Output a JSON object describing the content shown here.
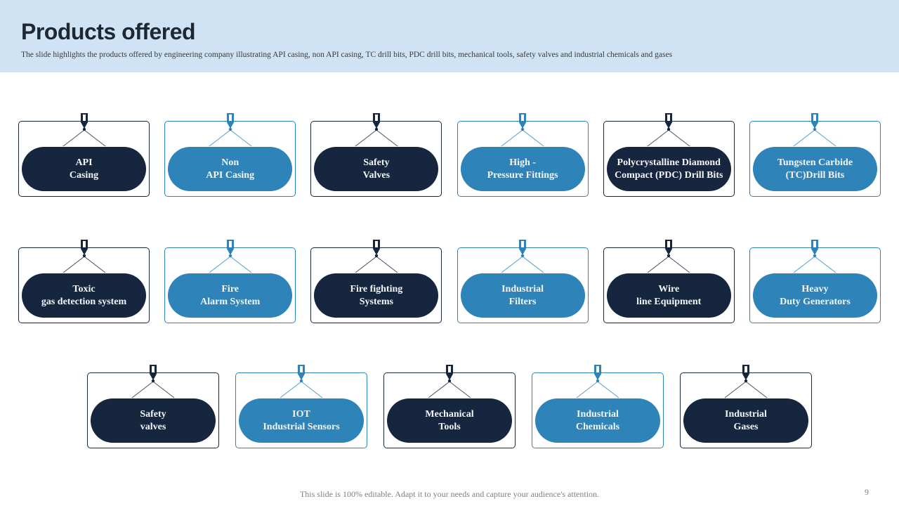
{
  "slide": {
    "title": "Products offered",
    "subtitle": "The slide highlights the products offered by engineering company illustrating API casing, non API casing, TC drill bits, PDC drill bits, mechanical tools, safety valves and industrial chemicals and gases",
    "footer_note": "This slide is 100% editable.  Adapt it to your needs and capture your audience's attention.",
    "page_number": "9"
  },
  "colors": {
    "dark": "#16263e",
    "blue": "#2e84b8",
    "header-bg": "#cfe3f4"
  },
  "rows": [
    {
      "items": [
        {
          "variant": "dark",
          "line1": "API",
          "line2": "Casing"
        },
        {
          "variant": "blue",
          "line1": "Non",
          "line2": "API Casing"
        },
        {
          "variant": "dark",
          "line1": "Safety",
          "line2": "Valves"
        },
        {
          "variant": "blue",
          "line1": "High -",
          "line2": "Pressure Fittings"
        },
        {
          "variant": "dark",
          "line1": "Polycrystalline Diamond",
          "line2": "Compact (PDC) Drill Bits"
        },
        {
          "variant": "blue",
          "line1": "Tungsten Carbide",
          "line2": "(TC)Drill Bits"
        }
      ]
    },
    {
      "items": [
        {
          "variant": "dark",
          "line1": "Toxic",
          "line2": "gas detection system"
        },
        {
          "variant": "blue",
          "line1": "Fire",
          "line2": "Alarm System"
        },
        {
          "variant": "dark",
          "line1": "Fire fighting",
          "line2": "Systems"
        },
        {
          "variant": "blue",
          "line1": "Industrial",
          "line2": "Filters"
        },
        {
          "variant": "dark",
          "line1": "Wire",
          "line2": "line Equipment"
        },
        {
          "variant": "blue",
          "line1": "Heavy",
          "line2": "Duty Generators"
        }
      ]
    },
    {
      "items": [
        {
          "variant": "dark",
          "line1": "Safety",
          "line2": "valves"
        },
        {
          "variant": "blue",
          "line1": "IOT",
          "line2": "Industrial Sensors"
        },
        {
          "variant": "dark",
          "line1": "Mechanical",
          "line2": "Tools"
        },
        {
          "variant": "blue",
          "line1": "Industrial",
          "line2": "Chemicals"
        },
        {
          "variant": "dark",
          "line1": "Industrial",
          "line2": "Gases"
        }
      ]
    }
  ]
}
